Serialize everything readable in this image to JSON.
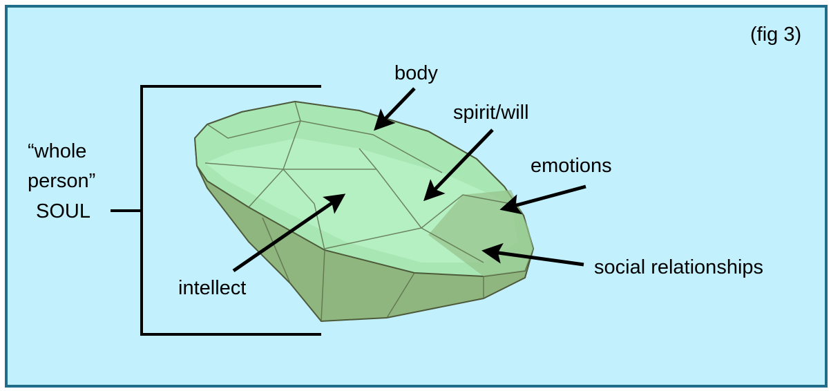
{
  "figure_label": "(fig 3)",
  "soul_label": {
    "line1": "“whole",
    "line2": "person”",
    "line3": "SOUL"
  },
  "parts": {
    "body": "body",
    "spirit": "spirit/will",
    "emotions": "emotions",
    "social": "social relationships",
    "intellect": "intellect"
  },
  "colors": {
    "background": "#c3f0fd",
    "border": "#1f6d8a",
    "gem_light": "#b5f0c4",
    "gem_dark": "#7fa873"
  }
}
